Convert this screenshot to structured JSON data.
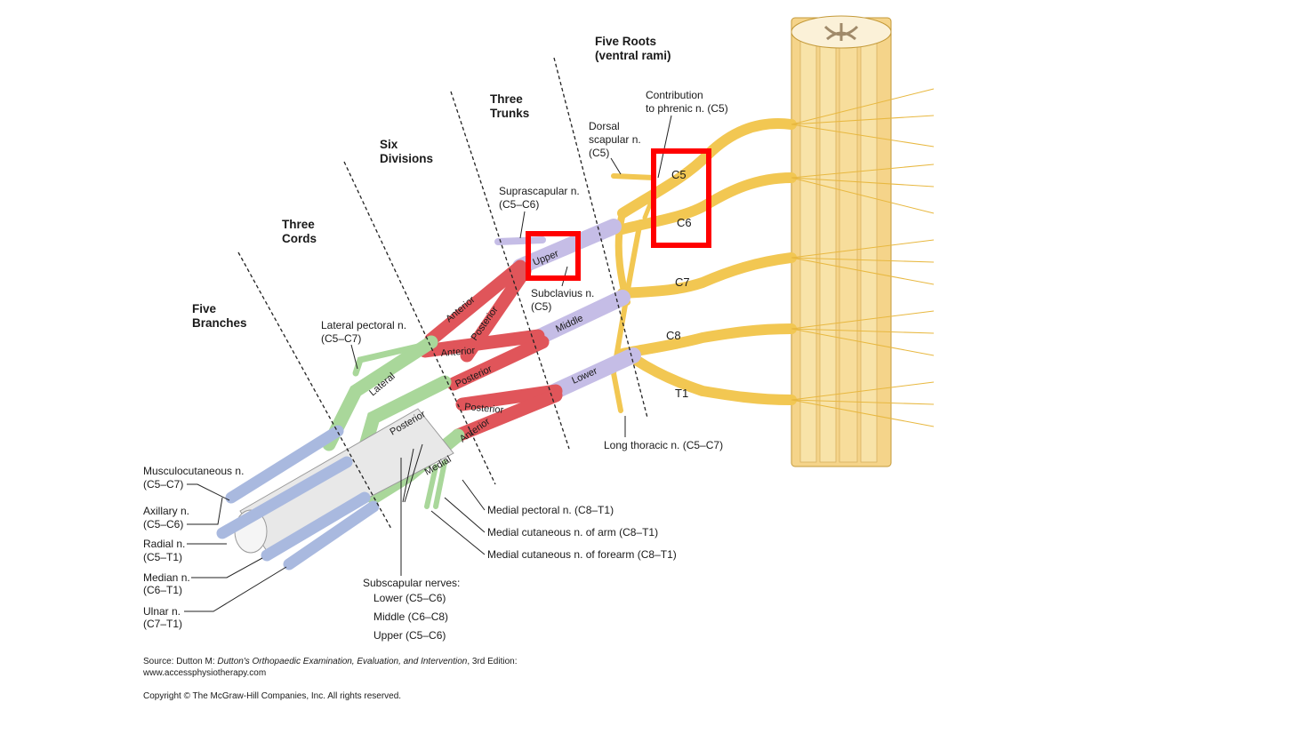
{
  "headers": {
    "roots": [
      "Five Roots",
      "(ventral rami)"
    ],
    "trunks": [
      "Three",
      "Trunks"
    ],
    "divisions": [
      "Six",
      "Divisions"
    ],
    "cords": [
      "Three",
      "Cords"
    ],
    "branches": [
      "Five",
      "Branches"
    ]
  },
  "roots": [
    "C5",
    "C6",
    "C7",
    "C8",
    "T1"
  ],
  "trunks": [
    "Upper",
    "Middle",
    "Lower"
  ],
  "divisions": [
    "Anterior",
    "Posterior",
    "Anterior",
    "Posterior",
    "Posterior",
    "Anterior"
  ],
  "cords": [
    "Lateral",
    "Posterior",
    "Medial"
  ],
  "nerves": {
    "phrenic": [
      "Contribution",
      "to phrenic n. (C5)"
    ],
    "dorsal_scapular": [
      "Dorsal",
      "scapular n.",
      "(C5)"
    ],
    "suprascapular": [
      "Suprascapular n.",
      "(C5–C6)"
    ],
    "subclavius": [
      "Subclavius n.",
      "(C5)"
    ],
    "lateral_pectoral": [
      "Lateral pectoral n.",
      "(C5–C7)"
    ],
    "long_thoracic": "Long thoracic n. (C5–C7)",
    "medial_pectoral": "Medial pectoral n. (C8–T1)",
    "medial_cut_arm": "Medial cutaneous n. of arm (C8–T1)",
    "medial_cut_forearm": "Medial cutaneous n. of forearm (C8–T1)",
    "musculocutaneous": [
      "Musculocutaneous n.",
      "(C5–C7)"
    ],
    "axillary": [
      "Axillary n.",
      "(C5–C6)"
    ],
    "radial": [
      "Radial n.",
      "(C5–T1)"
    ],
    "median": [
      "Median n.",
      "(C6–T1)"
    ],
    "ulnar": [
      "Ulnar n.",
      "(C7–T1)"
    ],
    "subscapular_title": "Subscapular nerves:",
    "subscapular": [
      "Lower (C5–C6)",
      "Middle (C6–C8)",
      "Upper (C5–C6)"
    ]
  },
  "source": {
    "prefix": "Source: Dutton M: ",
    "book": "Dutton's Orthopaedic Examination, Evaluation, and Intervention",
    "suffix": ", 3rd Edition:",
    "url": "www.accessphysiotherapy.com",
    "copyright": "Copyright © The McGraw-Hill Companies, Inc. All rights reserved."
  },
  "colors": {
    "roots": "#f2c752",
    "root_dark": "#d9a730",
    "trunks": "#c5bde6",
    "divisions": "#e0555a",
    "cords": "#a9d79a",
    "branches": "#a9b9df",
    "cord_body": "#f3ead0",
    "highlight": "#ff0000"
  },
  "highlights": [
    "C5–C6 roots",
    "Upper trunk"
  ]
}
